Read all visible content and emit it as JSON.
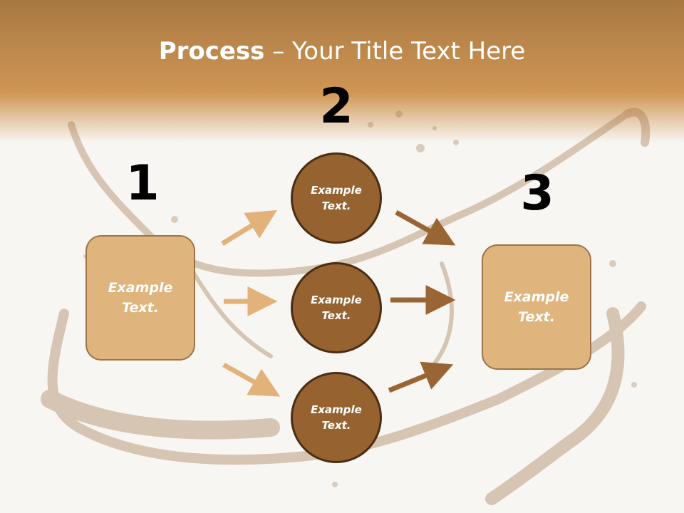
{
  "title": {
    "bold": "Process",
    "rest": " – Your Title Text Here"
  },
  "steps": {
    "one": "1",
    "two": "2",
    "three": "3"
  },
  "boxes": {
    "left": "Example\nText.",
    "right": "Example\nText."
  },
  "circles": {
    "top": "Example\nText.",
    "middle": "Example\nText.",
    "bottom": "Example\nText."
  },
  "colors": {
    "header": "#c48a4a",
    "box_fill": "#e0b47d",
    "circle_fill": "#96622f",
    "arrow_light": "#e3b27a",
    "arrow_dark": "#9a6535"
  }
}
